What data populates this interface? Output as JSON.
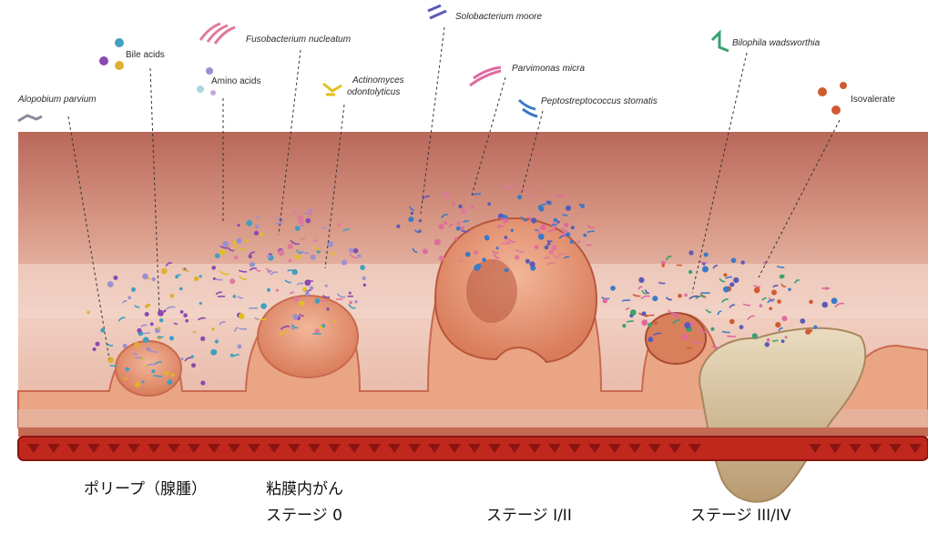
{
  "labels": {
    "alopobium": "Alopobium parvium",
    "bile_acids": "Bile acids",
    "amino_acids": "Amino acids",
    "fusobacterium": "Fusobacterium nucleatum",
    "actinomyces_line1": "Actinomyces",
    "actinomyces_line2": "odontolyticus",
    "solobacterium": "Solobacterium moore",
    "parvimonas": "Parvimonas micra",
    "peptostreptococcus": "Peptostreptococcus stomatis",
    "bilophila": "Bilophila wadsworthia",
    "isovalerate": "Isovalerate"
  },
  "stages": {
    "polyp": "ポリープ（腺腫）",
    "mucosal_line1": "粘膜内がん",
    "mucosal_line2": "ステージ 0",
    "stage_1_2": "ステージ I/II",
    "stage_3_4": "ステージ III/IV"
  },
  "colors": {
    "tissue_top": "#c97d6d",
    "tissue_mid": "#e2b2a2",
    "lumen": "#f2d6cb",
    "epithelium": "#e89a7a",
    "epithelium_edge": "#c86a4e",
    "vessel": "#c0281e",
    "vessel_dark": "#8a1510",
    "tumor": "#d8c09a",
    "fusobacterium": "#e07a9a",
    "solobacterium": "#5a5ab8",
    "parvimonas": "#e06aa0",
    "peptostreptococcus": "#3a7ac8",
    "bilophila": "#3aa070",
    "actinomyces": "#e0c020",
    "isovalerate": "#d05a30",
    "bile_acid_1": "#40a0c0",
    "bile_acid_2": "#8a4ab0",
    "bile_acid_3": "#e0b030",
    "amino_acid": "#9a90d0"
  }
}
